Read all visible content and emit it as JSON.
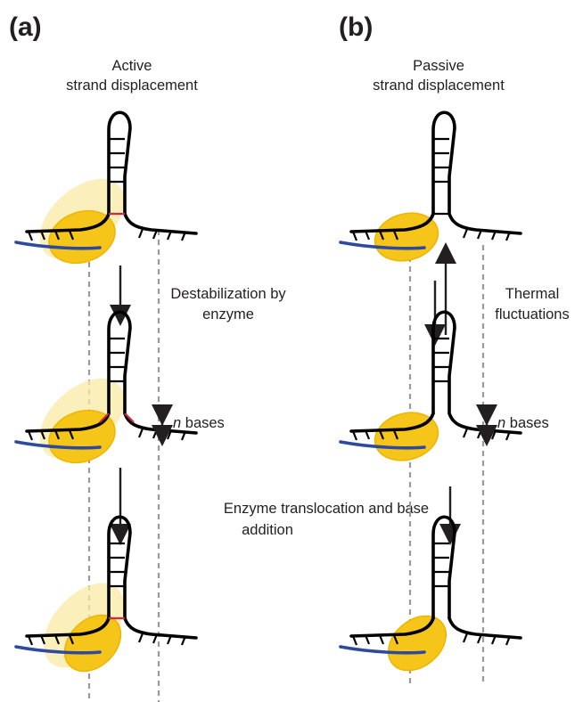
{
  "panels": {
    "a": {
      "letter": "(a)",
      "title_line1": "Active",
      "title_line2": "strand displacement",
      "step1_line1": "Destabilization by",
      "step1_line2": "enzyme",
      "bases_prefix": "n",
      "bases_suffix": " bases"
    },
    "b": {
      "letter": "(b)",
      "title_line1": "Passive",
      "title_line2": "strand displacement",
      "step1_line1": "Thermal",
      "step1_line2": "fluctuations",
      "bases_prefix": "n",
      "bases_suffix": " bases"
    }
  },
  "shared": {
    "step2_line1": "Enzyme translocation and base",
    "step2_line2": "addition"
  },
  "colors": {
    "enzyme_fill": "#f6c51a",
    "enzyme_stroke": "#f0b400",
    "enzyme_halo": "#f9e9a6",
    "template_strand": "#2e4a9e",
    "disrupted_pairs": "#d7263d",
    "guide_lines": "#9a9a9a"
  }
}
